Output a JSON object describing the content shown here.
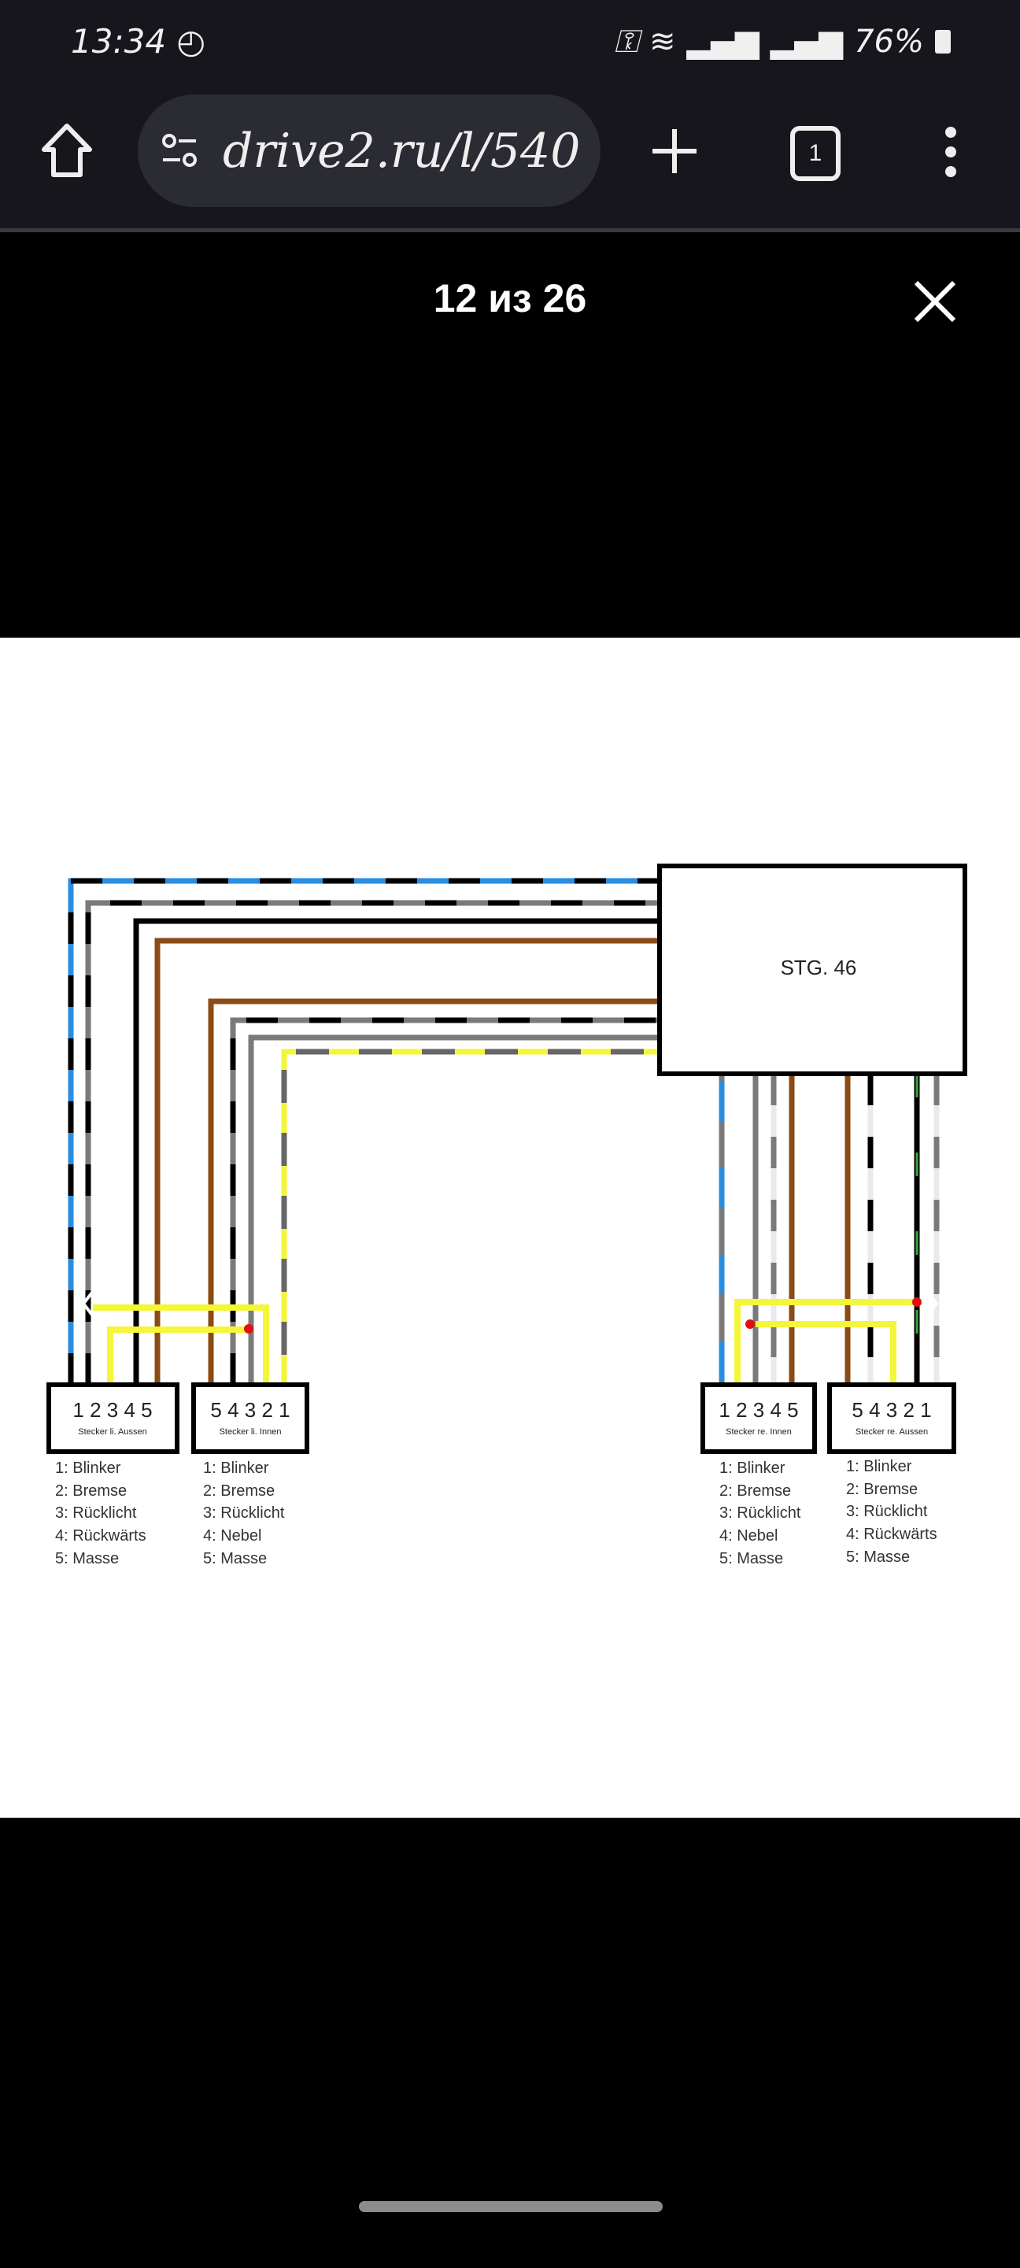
{
  "status_bar": {
    "time": "13:34",
    "battery": "76%",
    "icons": [
      "data-saver-icon",
      "vpn-key-icon",
      "wifi-icon",
      "signal-icon",
      "signal-icon",
      "battery-charging-icon"
    ]
  },
  "browser": {
    "url": "drive2.ru/l/540",
    "icons": [
      "home-icon",
      "site-settings-icon",
      "new-tab-icon",
      "tab-switcher-icon",
      "more-menu-icon"
    ],
    "tab_count": "1"
  },
  "viewer": {
    "counter": "12 из 26"
  },
  "diagram": {
    "control_unit": "STG. 46",
    "connectors": [
      {
        "pins": "1 2 3 4 5",
        "label": "Stecker li. Aussen",
        "legend": [
          "1: Blinker",
          "2: Bremse",
          "3: Rücklicht",
          "4: Rückwärts",
          "5: Masse"
        ]
      },
      {
        "pins": "5 4 3 2 1",
        "label": "Stecker li. Innen",
        "legend": [
          "1: Blinker",
          "2: Bremse",
          "3: Rücklicht",
          "4: Nebel",
          "5: Masse"
        ]
      },
      {
        "pins": "1 2 3 4 5",
        "label": "Stecker re. Innen",
        "legend": [
          "1: Blinker",
          "2: Bremse",
          "3: Rücklicht",
          "4: Nebel",
          "5: Masse"
        ]
      },
      {
        "pins": "5 4 3 2 1",
        "label": "Stecker re. Aussen",
        "legend": [
          "1: Blinker",
          "2: Bremse",
          "3: Rücklicht",
          "4: Rückwärts",
          "5: Masse"
        ]
      }
    ],
    "colors": {
      "blue": "#2a8ee0",
      "black": "#000000",
      "gray": "#7a7a7a",
      "brown": "#8a4b14",
      "yellow": "#f5f53a",
      "green": "#3aa83a",
      "white": "#f2f2f2",
      "red": "#e01010"
    }
  }
}
